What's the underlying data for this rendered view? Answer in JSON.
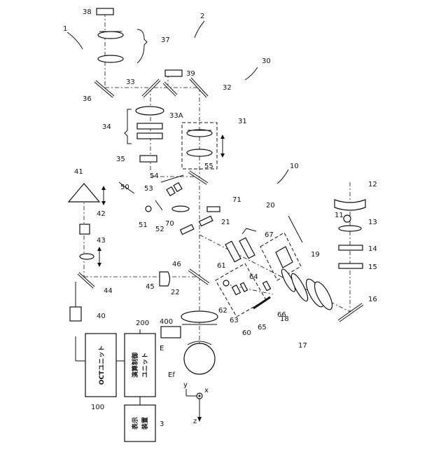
{
  "labels": {
    "l1": "1",
    "l2": "2",
    "l3": "3",
    "l10": "10",
    "l11": "11",
    "l12": "12",
    "l13": "13",
    "l14": "14",
    "l15": "15",
    "l16": "16",
    "l17": "17",
    "l18": "18",
    "l19": "19",
    "l20": "20",
    "l21": "21",
    "l22": "22",
    "l30": "30",
    "l31": "31",
    "l32": "32",
    "l33": "33",
    "l33A": "33A",
    "l34": "34",
    "l35": "35",
    "l36": "36",
    "l37": "37",
    "l38": "38",
    "l39": "39",
    "l40": "40",
    "l41": "41",
    "l42": "42",
    "l43": "43",
    "l44": "44",
    "l45": "45",
    "l46": "46",
    "l50": "50",
    "l51": "51",
    "l52": "52",
    "l53": "53",
    "l54": "54",
    "l55": "55",
    "l60": "60",
    "l61": "61",
    "l62": "62",
    "l63": "63",
    "l64": "64",
    "l65": "65",
    "l66": "66",
    "l67": "67",
    "l70": "70",
    "l71": "71",
    "l100": "100",
    "l200": "200",
    "l400": "400",
    "lE": "E",
    "lEf": "Ef"
  },
  "axes": {
    "x": "x",
    "y": "y",
    "z": "z"
  },
  "blocks": {
    "oct_unit": "OCTユニット",
    "compute_control_1": "演算制御",
    "compute_control_2": "ユニット",
    "display_1": "表示",
    "display_2": "装置"
  }
}
